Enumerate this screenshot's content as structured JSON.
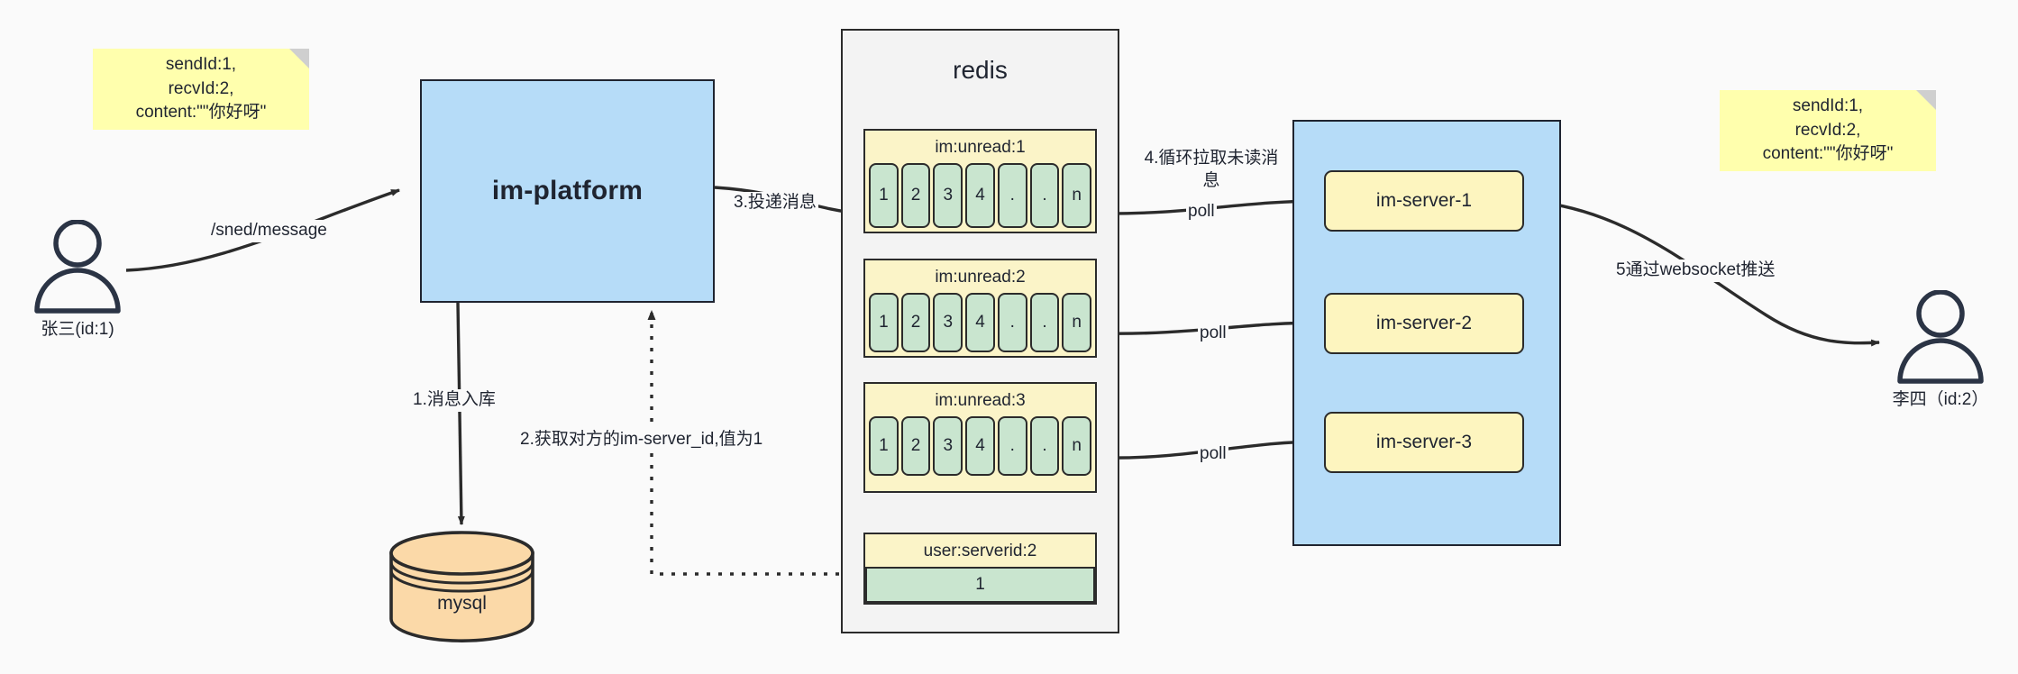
{
  "diagram": {
    "title": "IM message delivery architecture",
    "colors": {
      "note": "#ffffad",
      "platform": "#b6dcf8",
      "redis_container": "#f3f3f3",
      "key_header": "#fbf4c8",
      "cell": "#c9e5cf",
      "server": "#fdf5bf",
      "mysql": "#fbd9a8",
      "stroke": "#1f2430",
      "background": "#fafafa"
    },
    "notes": [
      {
        "id": "note-left",
        "text": "sendId:1,\nrecvId:2,\ncontent:\"\"你好呀\""
      },
      {
        "id": "note-right",
        "text": "sendId:1,\nrecvId:2,\ncontent:\"\"你好呀\""
      }
    ],
    "actors": [
      {
        "id": "actor-sender",
        "label": "张三(id:1)"
      },
      {
        "id": "actor-receiver",
        "label": "李四（id:2）"
      }
    ],
    "platform": {
      "label": "im-platform"
    },
    "datastore": {
      "label": "mysql"
    },
    "redis": {
      "title": "redis",
      "keys": [
        {
          "name": "im:unread:1",
          "cells": [
            "1",
            "2",
            "3",
            "4",
            ".",
            ".",
            "n"
          ]
        },
        {
          "name": "im:unread:2",
          "cells": [
            "1",
            "2",
            "3",
            "4",
            ".",
            ".",
            "n"
          ]
        },
        {
          "name": "im:unread:3",
          "cells": [
            "1",
            "2",
            "3",
            "4",
            ".",
            ".",
            "n"
          ]
        }
      ],
      "mapping": {
        "name": "user:serverid:2",
        "value": "1"
      }
    },
    "servers": [
      {
        "label": "im-server-1"
      },
      {
        "label": "im-server-2"
      },
      {
        "label": "im-server-3"
      }
    ],
    "edges": [
      {
        "id": "edge-send-message",
        "label": "/sned/message"
      },
      {
        "id": "edge-persist",
        "label": "1.消息入库"
      },
      {
        "id": "edge-lookup-serverid",
        "label": "2.获取对方的im-server_id,值为1"
      },
      {
        "id": "edge-deliver",
        "label": "3.投递消息"
      },
      {
        "id": "edge-pull-loop",
        "label": "4.循环拉取未读消\n息"
      },
      {
        "id": "edge-poll-1",
        "label": "poll"
      },
      {
        "id": "edge-poll-2",
        "label": "poll"
      },
      {
        "id": "edge-poll-3",
        "label": "poll"
      },
      {
        "id": "edge-websocket-push",
        "label": "5通过websocket推送"
      }
    ]
  }
}
